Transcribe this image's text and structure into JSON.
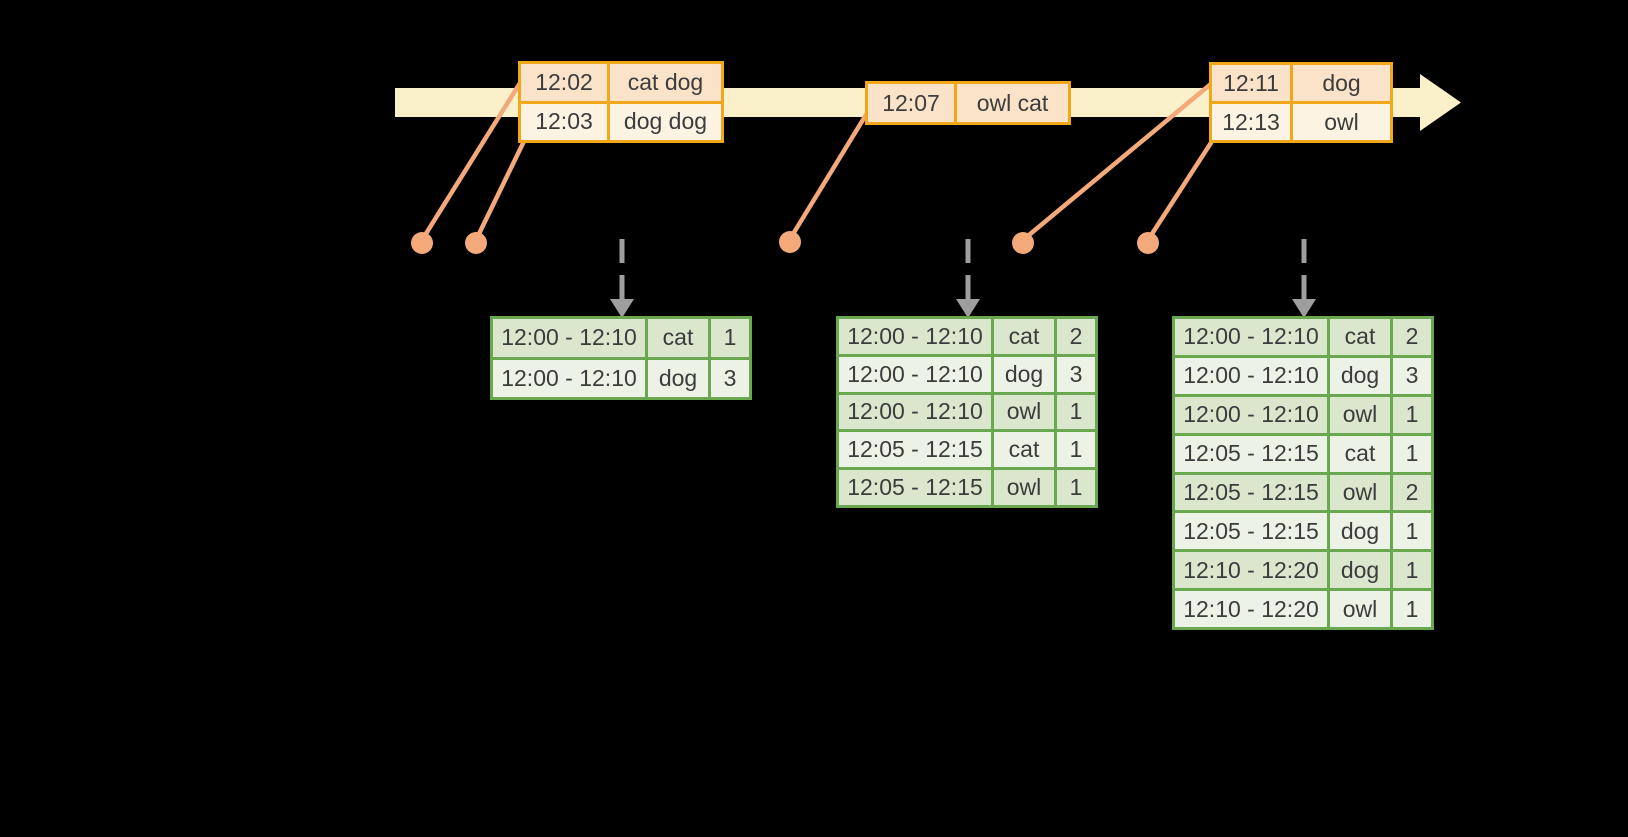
{
  "diagram": {
    "description": "event-time windowed word-count streaming diagram",
    "colors": {
      "background": "#000000",
      "timeline_band": "#faf0ca",
      "event_table_border": "#f0a81a",
      "event_row_dark": "#fae3c9",
      "event_row_light": "#fcf3e3",
      "connector_dot": "#f3a979",
      "trigger_arrow_gray": "#9e9e9e",
      "result_table_border": "#6aa84f",
      "result_row_dark": "#dbe7cd",
      "result_row_light": "#edf2e7",
      "text": "#3c3c3c"
    },
    "event_tables": [
      {
        "rows": [
          [
            "12:02",
            "cat dog"
          ],
          [
            "12:03",
            "dog dog"
          ]
        ]
      },
      {
        "rows": [
          [
            "12:07",
            "owl cat"
          ]
        ]
      },
      {
        "rows": [
          [
            "12:11",
            "dog"
          ],
          [
            "12:13",
            "owl"
          ]
        ]
      }
    ],
    "result_tables": [
      {
        "rows": [
          [
            "12:00 - 12:10",
            "cat",
            "1"
          ],
          [
            "12:00 - 12:10",
            "dog",
            "3"
          ]
        ]
      },
      {
        "rows": [
          [
            "12:00 - 12:10",
            "cat",
            "2"
          ],
          [
            "12:00 - 12:10",
            "dog",
            "3"
          ],
          [
            "12:00 - 12:10",
            "owl",
            "1"
          ],
          [
            "12:05 - 12:15",
            "cat",
            "1"
          ],
          [
            "12:05 - 12:15",
            "owl",
            "1"
          ]
        ]
      },
      {
        "rows": [
          [
            "12:00 - 12:10",
            "cat",
            "2"
          ],
          [
            "12:00 - 12:10",
            "dog",
            "3"
          ],
          [
            "12:00 - 12:10",
            "owl",
            "1"
          ],
          [
            "12:05 - 12:15",
            "cat",
            "1"
          ],
          [
            "12:05 - 12:15",
            "owl",
            "2"
          ],
          [
            "12:05 - 12:15",
            "dog",
            "1"
          ],
          [
            "12:10 - 12:20",
            "dog",
            "1"
          ],
          [
            "12:10 - 12:20",
            "owl",
            "1"
          ]
        ]
      }
    ]
  }
}
